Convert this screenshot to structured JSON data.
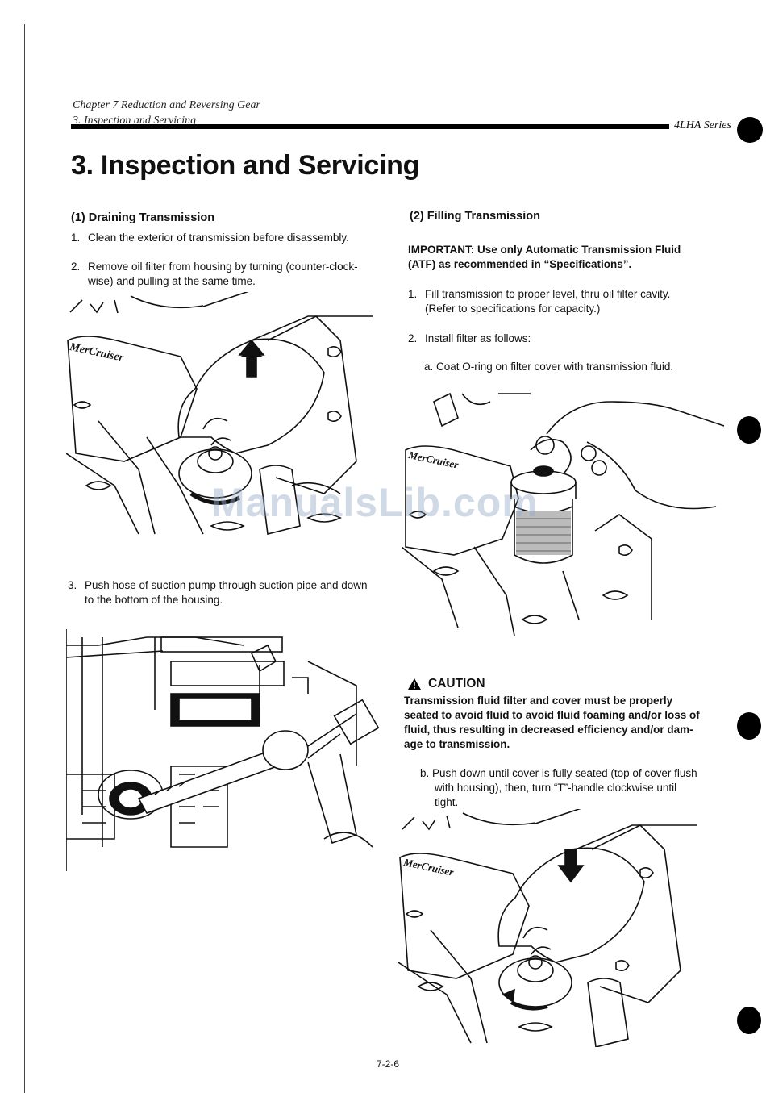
{
  "header": {
    "chapter_line": "Chapter 7 Reduction and Reversing Gear",
    "section_line": "3. Inspection and Servicing",
    "series": "4LHA Series"
  },
  "page_title": "3. Inspection and Servicing",
  "left": {
    "heading": "(1) Draining Transmission",
    "steps": [
      {
        "num": "1.",
        "text": "Clean the exterior of transmission before disassembly."
      },
      {
        "num": "2.",
        "line1": "Remove oil filter from housing by turning (counter-clock-",
        "line2": "wise) and pulling at the same time."
      },
      {
        "num": "3.",
        "line1": "Push hose of suction pump through suction pipe and down",
        "line2": "to the bottom of the housing."
      }
    ]
  },
  "right": {
    "heading": "(2) Filling Transmission",
    "important_line1": "IMPORTANT: Use only Automatic Transmission Fluid",
    "important_line2": "(ATF) as recommended in “Specifications”.",
    "steps": [
      {
        "num": "1.",
        "line1": "Fill transmission to proper level, thru oil filter cavity.",
        "line2": "(Refer to specifications for capacity.)"
      },
      {
        "num": "2.",
        "text": "Install filter as follows:"
      }
    ],
    "substep_a": "a. Coat O-ring on filter cover with transmission fluid.",
    "caution": {
      "title": "CAUTION",
      "line1": "Transmission fluid filter and cover must be properly",
      "line2": "seated to avoid fluid to avoid fluid foaming and/or loss of",
      "line3": "fluid, thus resulting in decreased efficiency and/or dam-",
      "line4": "age to transmission."
    },
    "substep_b": {
      "line1": "b. Push down until cover is fully seated (top of cover flush",
      "line2": "with housing), then, turn “T”-handle clockwise until",
      "line3": "tight."
    }
  },
  "figure_brand": "MerCruiser",
  "watermark": "ManualsLib.com",
  "page_number": "7-2-6"
}
